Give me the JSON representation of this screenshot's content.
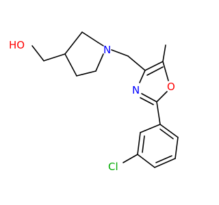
{
  "structure": {
    "atoms": {
      "hydroxyl": {
        "label": "HO",
        "color": "#ff0000"
      },
      "piperidine_nitrogen": {
        "label": "N",
        "color": "#0000ff"
      },
      "oxazole_nitrogen": {
        "label": "N",
        "color": "#0000ff"
      },
      "oxazole_oxygen": {
        "label": "O",
        "color": "#ff0000"
      },
      "chlorine": {
        "label": "Cl",
        "color": "#00aa00"
      }
    },
    "bond_color": "#000000"
  }
}
